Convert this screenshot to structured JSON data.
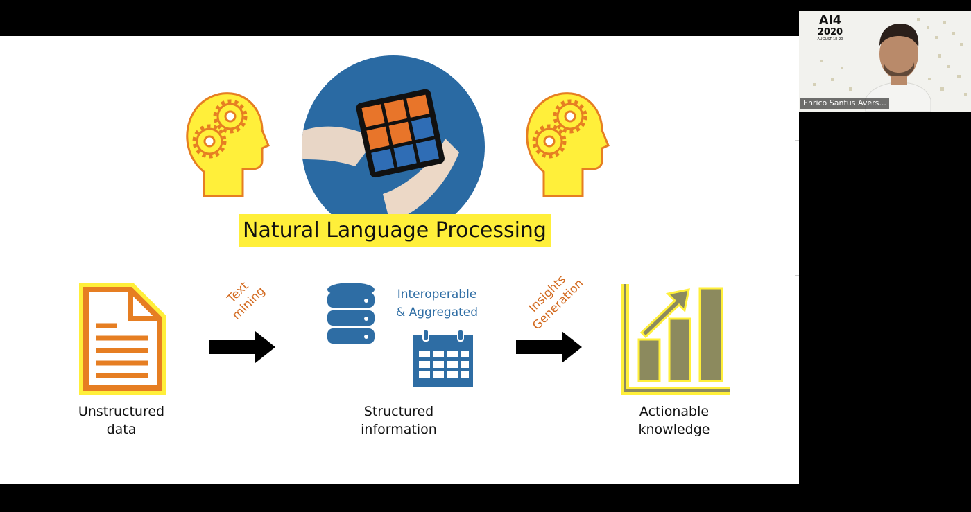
{
  "slide": {
    "title": "Natural Language Processing",
    "arrow1_label": "Text\nmining",
    "arrow2_label": "Insights\nGeneration",
    "middle_caption": "Interoperable\n& Aggregated",
    "stage1_label": "Unstructured\ndata",
    "stage2_label": "Structured\ninformation",
    "stage3_label": "Actionable\nknowledge"
  },
  "webcam": {
    "speaker_name": "Enrico Santus Avers...",
    "logo_line1": "Ai4",
    "logo_line2": "2020",
    "logo_line3": "AUGUST 18-20"
  },
  "colors": {
    "yellow": "#ffef3a",
    "orange": "#e67e22",
    "blue": "#2e6da4",
    "olive": "#8c8a5e",
    "highlight": "#ffef3a"
  }
}
